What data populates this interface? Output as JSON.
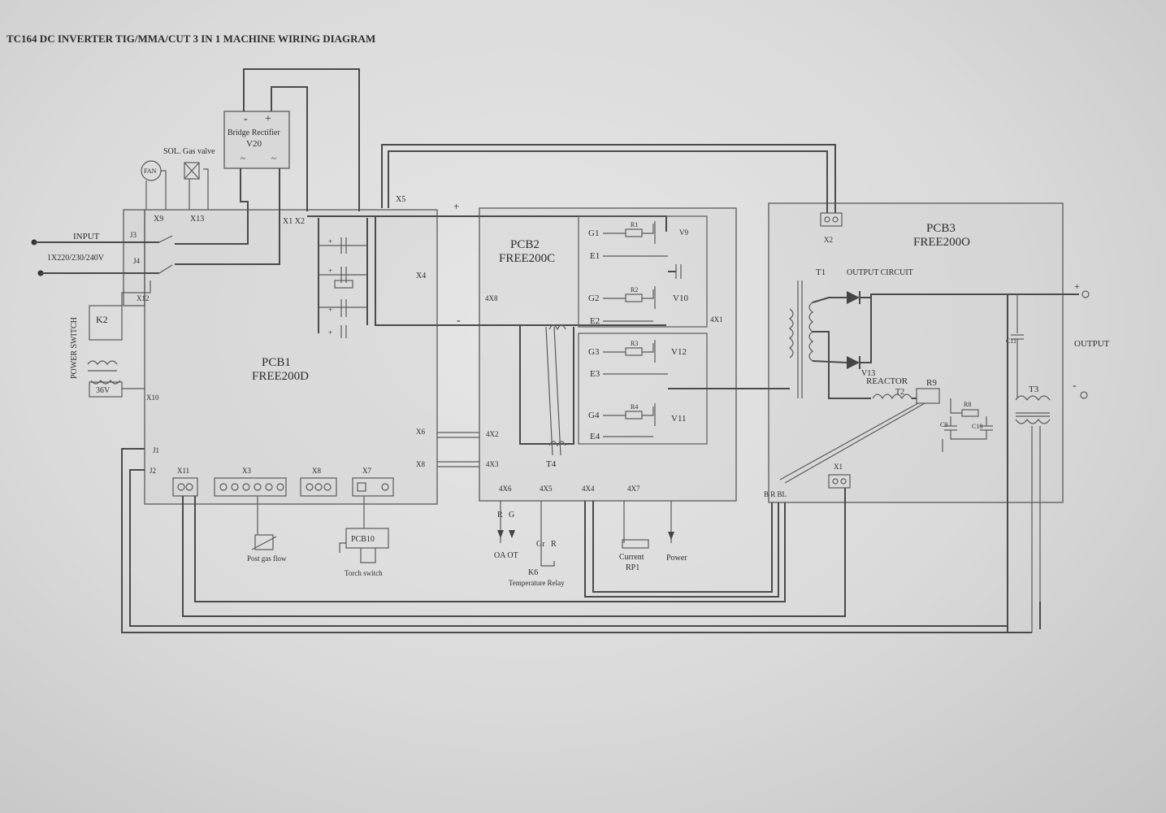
{
  "title": "TC164 DC INVERTER TIG/MMA/CUT 3 IN 1 MACHINE WIRING DIAGRAM",
  "colors": {
    "paper": "#dedede",
    "ink": "#2c2c2c",
    "line": "#4a4a4a"
  },
  "pcb1": {
    "name": "PCB1",
    "model": "FREE200D"
  },
  "pcb2": {
    "name": "PCB2",
    "model": "FREE200C"
  },
  "pcb3": {
    "name": "PCB3",
    "model": "FREE200O"
  },
  "top": {
    "bridge_rectifier": "Bridge Rectifier",
    "v20": "V20",
    "minus": "-",
    "plus": "+",
    "fan": "FAN",
    "gas_valve": "SOL. Gas valve"
  },
  "input": {
    "label": "INPUT",
    "voltage": "1X220/230/240V"
  },
  "power_switch": {
    "label": "POWER SWITCH",
    "k2": "K2",
    "volts": "36V"
  },
  "pcb1_connectors": {
    "x9": "X9",
    "x13": "X13",
    "x1x2": "X1 X2",
    "j3": "J3",
    "j4": "J4",
    "x12": "X12",
    "x10": "X10",
    "j1": "J1",
    "j2": "J2",
    "x11": "X11",
    "x3": "X3",
    "x8": "X8",
    "x7": "X7",
    "x4": "X4",
    "x5": "X5",
    "x6": "X6",
    "x8b": "X8"
  },
  "pcb2_connectors": {
    "4x8": "4X8",
    "4x2": "4X2",
    "4x3": "4X3",
    "4x6": "4X6",
    "4x5": "4X5",
    "4x4": "4X4",
    "4x7": "4X7",
    "4x1": "4X1"
  },
  "bus": {
    "plus": "+",
    "minus": "-"
  },
  "mosfets": {
    "g1": "G1",
    "r1": "R1",
    "v9": "V9",
    "e1": "E1",
    "g2": "G2",
    "r2": "R2",
    "v10": "V10",
    "e2": "E2",
    "g3": "G3",
    "r3": "R3",
    "v12": "V12",
    "e3": "E3",
    "g4": "G4",
    "r4": "R4",
    "v11": "V11",
    "e4": "E4"
  },
  "t4": "T4",
  "pcb3_parts": {
    "x2": "X2",
    "x1": "X1",
    "t1": "T1",
    "output_circuit": "OUTPUT CIRCUIT",
    "v13": "V13",
    "reactor": "REACTOR",
    "t2": "T2",
    "r9": "R9",
    "r8": "R8",
    "c9": "C9",
    "c10": "C10",
    "c11": "C11",
    "t3": "T3",
    "brbl": "B R BL",
    "output": "OUTPUT",
    "plus": "+",
    "minus": "-"
  },
  "bottom": {
    "post_gas_flow": "Post gas flow",
    "pcb10": "PCB10",
    "torch_switch": "Torch switch",
    "r": "R",
    "g": "G",
    "gr": "Gr",
    "r2": "R",
    "oa_ot": "OA OT",
    "k6": "K6",
    "temperature_relay": "Temperature Relay",
    "current": "Current",
    "rp1": "RP1",
    "power": "Power"
  }
}
